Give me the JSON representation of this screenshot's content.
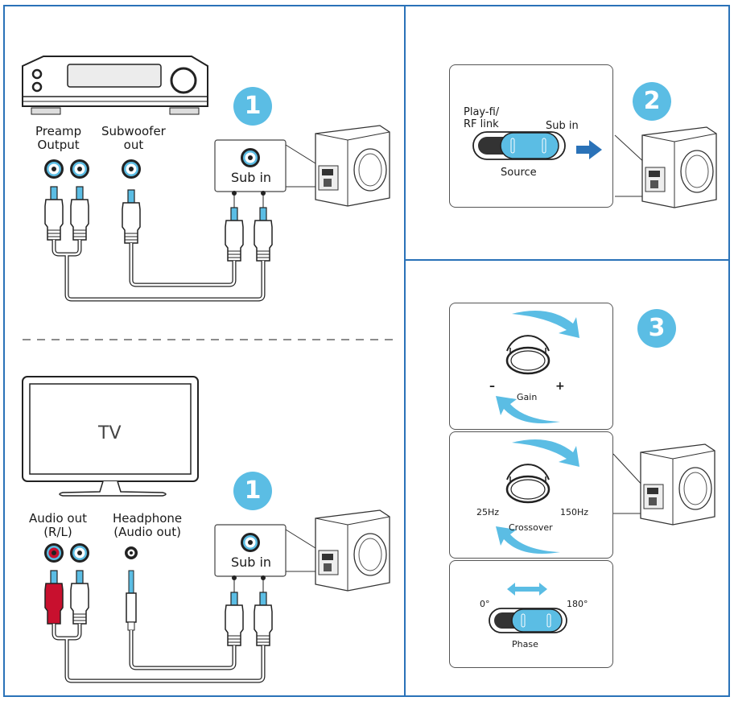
{
  "panel1": {
    "top_section": {
      "step_badge": "1",
      "device": "av-receiver",
      "labels": {
        "preamp_output": "Preamp\nOutput",
        "subwoofer_out": "Subwoofer\nout",
        "sub_in": "Sub in"
      }
    },
    "bottom_section": {
      "step_badge": "1",
      "device_label": "TV",
      "labels": {
        "audio_out": "Audio out\n(R/L)",
        "headphone": "Headphone\n(Audio out)",
        "sub_in": "Sub in"
      }
    }
  },
  "panel2": {
    "step_badge": "2",
    "switch_labels": {
      "left": "Play-fi/\nRF link",
      "right": "Sub in",
      "caption": "Source"
    }
  },
  "panel3": {
    "step_badge": "3",
    "gain": {
      "minus": "–",
      "plus": "+",
      "caption": "Gain"
    },
    "crossover": {
      "min": "25Hz",
      "max": "150Hz",
      "caption": "Crossover"
    },
    "phase": {
      "left": "0°",
      "right": "180°",
      "caption": "Phase"
    }
  },
  "colors": {
    "accent": "#5bbde4",
    "border": "#2a72b8",
    "arrow": "#2a72b8",
    "red_plug": "#c8102e"
  }
}
